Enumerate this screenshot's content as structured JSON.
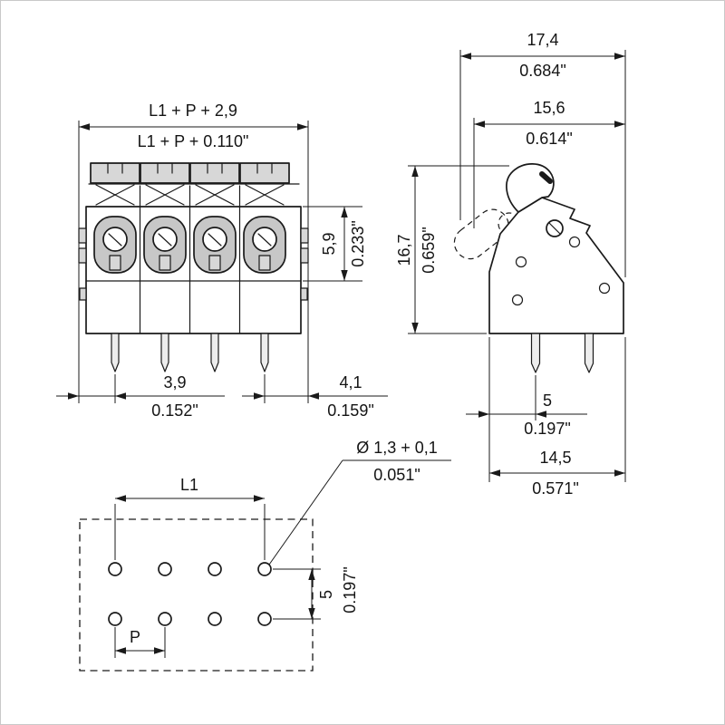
{
  "colors": {
    "line": "#1a1a1a",
    "fill_light": "#d7d7d7",
    "fill_mid": "#c7c7c7",
    "background": "#ffffff"
  },
  "views": {
    "front": {
      "dim_overall_mm": "L1 + P + 2,9",
      "dim_overall_in": "L1 + P + 0.110\"",
      "dim_height_mm": "5,9",
      "dim_height_in": "0.233\"",
      "dim_left_pin_mm": "3,9",
      "dim_left_pin_in": "0.152\"",
      "dim_right_pin_mm": "4,1",
      "dim_right_pin_in": "0.159\""
    },
    "side": {
      "dim_total_mm": "17,4",
      "dim_total_in": "0.684\"",
      "dim_body_mm": "15,6",
      "dim_body_in": "0.614\"",
      "dim_height_mm": "16,7",
      "dim_height_in": "0.659\"",
      "dim_pin_mm": "5",
      "dim_pin_in": "0.197\"",
      "dim_depth_mm": "14,5",
      "dim_depth_in": "0.571\""
    },
    "footprint": {
      "dim_l1": "L1",
      "dim_pitch": "P",
      "dim_hole_mm": "Ø 1,3 + 0,1",
      "dim_hole_in": "0.051\"",
      "dim_row_mm": "5",
      "dim_row_in": "0.197\""
    }
  }
}
